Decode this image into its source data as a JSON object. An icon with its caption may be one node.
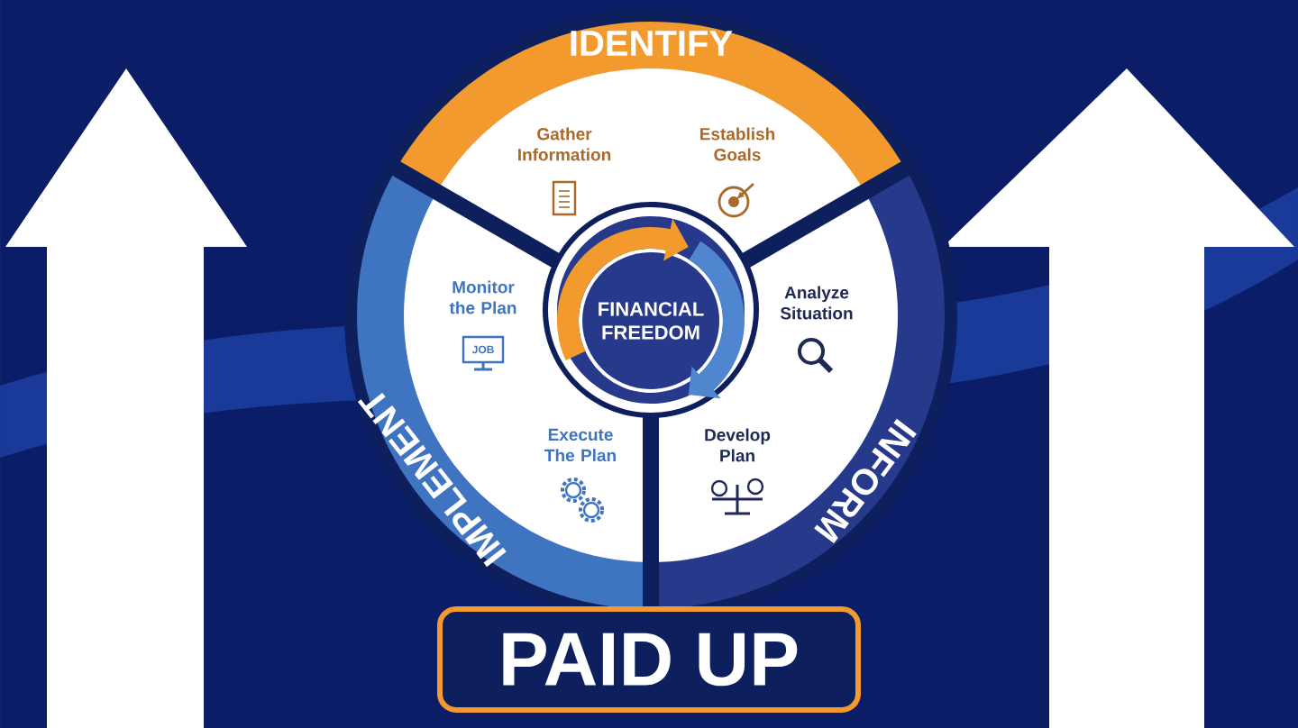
{
  "diagram": {
    "nodes": [
      {
        "text": [
          "IDENTIFY"
        ]
      },
      {
        "text": [
          "Gather Information"
        ],
        "in": 0
      },
      {
        "text": [
          "Establish Goals"
        ],
        "in": 0
      },
      {
        "text": [
          "INFORM"
        ]
      },
      {
        "text": [
          "Analyze Situation"
        ],
        "in": 3
      },
      {
        "text": [
          "Develop Plan"
        ],
        "in": 3
      },
      {
        "text": [
          "IMPLEMENT"
        ]
      },
      {
        "text": [
          "Monitor the Plan"
        ],
        "in": 6
      },
      {
        "text": [
          "Execute The Plan"
        ],
        "in": 6
      },
      {
        "text": [
          "FINANCIAL FREEDOM"
        ]
      },
      {
        "text": [
          "PAID UP"
        ]
      }
    ],
    "labels": [
      "JOB"
    ]
  }
}
